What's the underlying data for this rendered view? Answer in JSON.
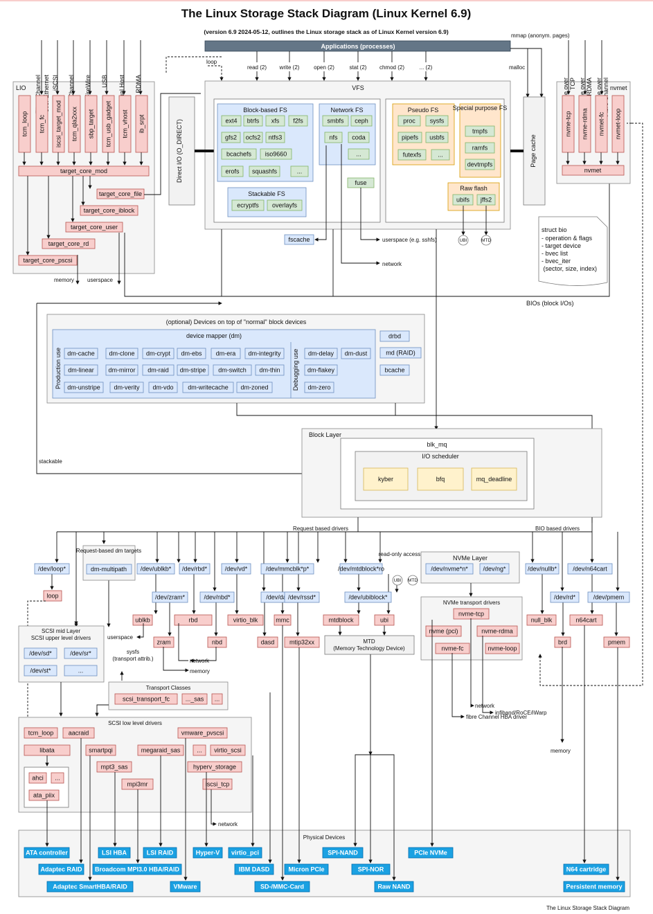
{
  "header": {
    "title": "The Linux Storage Stack Diagram (Linux Kernel 6.9)",
    "subtitle": "(version 6.9 2024-05-12, outlines the Linux storage stack as of Linux Kernel version 6.9)"
  },
  "apps": {
    "label": "Applications (processes)",
    "mmap": "mmap (anonym. pages)",
    "malloc": "malloc",
    "syscalls": [
      "read (2)",
      "write (2)",
      "open (2)",
      "stat (2)",
      "chmod (2)",
      "... (2)"
    ]
  },
  "lio": {
    "label": "LIO",
    "loop_label": "loop",
    "fabrics": [
      "Fibre Channel over Ethernet",
      "iSCSI",
      "Fibre Channel",
      "FireWire",
      "USB",
      "Virtual Host",
      "SCSI RDMA"
    ],
    "modules": [
      "tcm_loop",
      "tcm_fc",
      "iscsi_target_mod",
      "tcm_qla2xxx",
      "sbp_target",
      "tcm_usb_gadget",
      "tcm_vhost",
      "ib_srpt"
    ],
    "core": "target_core_mod",
    "backends": [
      "target_core_file",
      "target_core_iblock",
      "target_core_user",
      "target_core_rd",
      "target_core_pscsi"
    ],
    "memory": "memory",
    "userspace": "userspace"
  },
  "vfs": {
    "label": "VFS",
    "direct_io": "Direct I/O (O_DIRECT)",
    "page_cache": "Page cache",
    "block_fs": {
      "label": "Block-based FS",
      "items": [
        "ext4",
        "btrfs",
        "xfs",
        "f2fs",
        "gfs2",
        "ocfs2",
        "ntfs3",
        "bcachefs",
        "iso9660",
        "erofs",
        "squashfs",
        "..."
      ]
    },
    "network_fs": {
      "label": "Network FS",
      "items": [
        "smbfs",
        "ceph",
        "nfs",
        "coda",
        "..."
      ]
    },
    "stackable_fs": {
      "label": "Stackable FS",
      "items": [
        "ecryptfs",
        "overlayfs"
      ]
    },
    "pseudo_fs": {
      "label": "Pseudo FS",
      "items": [
        "proc",
        "sysfs",
        "pipefs",
        "usbfs",
        "futexfs",
        "..."
      ]
    },
    "special_fs": {
      "label": "Special purpose FS",
      "items": [
        "tmpfs",
        "ramfs",
        "devtmpfs"
      ]
    },
    "raw_flash": {
      "label": "Raw flash",
      "items": [
        "ubifs",
        "jffs2"
      ]
    },
    "fuse": "fuse",
    "fscache": "fscache",
    "userspace_sshfs": "userspace (e.g. sshfs)",
    "network": "network",
    "ubi": "UBI",
    "mtd": "MTD"
  },
  "nvmet": {
    "label": "nvmet",
    "fabrics": [
      "NVMe over TCP",
      "NVMe over RDMA",
      "NVMe over Fibre Channel"
    ],
    "modules": [
      "nvme-tcp",
      "nvme-rdma",
      "nvmet-fc",
      "nvmet-loop"
    ],
    "core": "nvmet"
  },
  "bio": {
    "title": "struct bio",
    "fields": [
      "- operation & flags",
      "- target device",
      "- bvec list",
      "- bvec_iter",
      "  (sector, size, index)"
    ],
    "bios_label": "BIOs (block I/Os)"
  },
  "optional": {
    "label": "(optional) Devices on top of \"normal\" block devices",
    "dm_label": "device mapper (dm)",
    "production_label": "Production use",
    "debugging_label": "Debugging use",
    "production": [
      "dm-cache",
      "dm-clone",
      "dm-crypt",
      "dm-ebs",
      "dm-era",
      "dm-integrity",
      "dm-linear",
      "dm-mirror",
      "dm-raid",
      "dm-stripe",
      "dm-switch",
      "dm-thin",
      "dm-unstripe",
      "dm-verity",
      "dm-vdo",
      "dm-writecache",
      "dm-zoned"
    ],
    "debugging": [
      "dm-delay",
      "dm-dust",
      "dm-flakey",
      "dm-zero"
    ],
    "others": [
      "drbd",
      "md (RAID)",
      "bcache"
    ],
    "stackable": "stackable"
  },
  "block_layer": {
    "label": "Block Layer",
    "blk_mq": "blk_mq",
    "io_scheduler": "I/O scheduler",
    "schedulers": [
      "kyber",
      "bfq",
      "mq_deadline"
    ]
  },
  "drivers": {
    "request_based": "Request based drivers",
    "bio_based": "BIO based drivers",
    "request_dm": "Request-based dm targets",
    "multipath": "dm-multipath",
    "read_only": "read-only access",
    "nvme_layer": "NVMe Layer",
    "nvme_transport": "NVMe transport drivers",
    "devs": [
      "/dev/loop*",
      "/dev/ublkb*",
      "/dev/rbd*",
      "/dev/vd*",
      "/dev/mmcblk*p*",
      "/dev/mtdblock*ro",
      "/dev/nvme*n*",
      "/dev/ng*",
      "/dev/nullb*",
      "/dev/n64cart",
      "/dev/zram*",
      "/dev/nbd*",
      "/dev/dasd*",
      "/dev/rssd*",
      "/dev/ubiblock*",
      "/dev/rd*",
      "/dev/pmem"
    ],
    "mods": [
      "loop",
      "ublkb",
      "rbd",
      "virtio_blk",
      "mmc",
      "mtdblock",
      "ubi",
      "null_blk",
      "n64cart",
      "zram",
      "nbd",
      "dasd",
      "mtip32xx",
      "brd",
      "pmem"
    ],
    "nvme_mods": [
      "nvme-tcp",
      "nvme (pci)",
      "nvme-rdma",
      "nvme-fc",
      "nvme-loop"
    ],
    "mtd": "MTD (Memory Technology Device)",
    "userspace": "userspace",
    "network": "network",
    "memory": "memory",
    "infiniband": "infiband/RoCE/iWarp",
    "fibre_hba": "fibre Channel HBA driver",
    "memory2": "memory"
  },
  "scsi": {
    "mid_label": "SCSI mid Layer SCSI upper level drivers",
    "upper": [
      "/dev/sd*",
      "/dev/sr*",
      "/dev/st*",
      "..."
    ],
    "sysfs": "sysfs (transport attrib.)",
    "transport_label": "Transport Classes",
    "transport": [
      "scsi_transport_fc",
      "..._sas",
      "..."
    ],
    "lld_label": "SCSI low level drivers",
    "lld": [
      "tcm_loop",
      "aacraid",
      "libata",
      "smartpqi",
      "megaraid_sas",
      "vmware_pvscsi",
      "...",
      "virtio_scsi",
      "mpt3_sas",
      "mpi3mr",
      "hyperv_storage",
      "iscsi_tcp",
      "ahci",
      "...",
      "ata_piix"
    ],
    "network": "network"
  },
  "physical": {
    "label": "Physical Devices",
    "devices": [
      "ATA controller",
      "Adaptec RAID",
      "Adaptec SmartHBA/RAID",
      "LSI HBA",
      "Broadcom MPI3.0 HBA/RAID",
      "LSI RAID",
      "VMware",
      "Hyper-V",
      "virtio_pci",
      "IBM DASD",
      "SD-/MMC-Card",
      "Micron PCIe",
      "SPI-NAND",
      "SPI-NOR",
      "Raw NAND",
      "PCIe NVMe",
      "N64 cartridge",
      "Persistent memory"
    ]
  },
  "footer": "The Linux Storage Stack Diagram"
}
